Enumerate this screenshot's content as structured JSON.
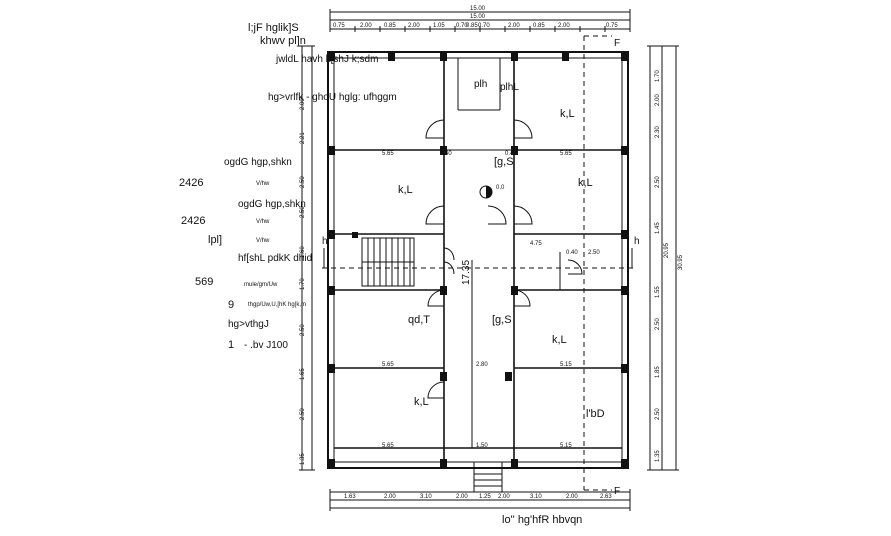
{
  "legend": {
    "title_line1": "l;jF  hglik]S",
    "title_line2": "khwv  pl]n",
    "items": [
      {
        "text": "jwldL  havh  k[shJ  k;sdm"
      },
      {
        "text": "hg>vrlfk  -    ghoU  hglg:  ufhggm"
      },
      {
        "text": "ogdG  hgp,shkn"
      },
      {
        "text": "ogdG  hgp,shkn"
      },
      {
        "text": "hf[shL  pdkK  dhid"
      },
      {
        "text": "hg>vthgJ"
      }
    ],
    "codes": [
      {
        "text": "2426",
        "sub": "V/hw"
      },
      {
        "text": "2426",
        "sub": "V/hw"
      },
      {
        "text": "lpl]",
        "sub": "V/hw"
      },
      {
        "text": "569",
        "sub": "mule/gm/Uw"
      },
      {
        "text": "9",
        "sub": "thgp/Uw,U,[hK  hg[k,m"
      },
      {
        "text": "1",
        "sub": "- .bv  J100"
      }
    ]
  },
  "rooms": {
    "top_left": "plh",
    "top_right": "k,L",
    "hall_top": "[g,S",
    "middle_left": "k,L",
    "middle_right": "k,L",
    "lower_center": "[g,S",
    "lower_left": "qd,T",
    "lower_right": "k,L",
    "bottom_left": "k,L",
    "bottom_right": "l'bD",
    "small_right": "plhL",
    "shaft_value": "0.0",
    "stair_height": "17.35"
  },
  "dimensions": {
    "overall_width": "15.00",
    "overall_width_2": "15.00",
    "overall_height": "20.95",
    "side_overall": "30.95",
    "top_row": [
      "0.75",
      "2.00",
      "0.85",
      "2.00",
      "1.05",
      "0.70",
      "0.85",
      "0.70",
      "2.00",
      "0.85",
      "2.00",
      "0.75"
    ],
    "bottom_row": [
      "1.63",
      "2.00",
      "3.10",
      "2.00",
      "1.25",
      "2.00",
      "3.10",
      "2.00",
      "2.63"
    ],
    "interior": [
      "5.65",
      "0.40",
      "0.40",
      "5.65",
      "4.75",
      "0.40",
      "2.50",
      "5.65",
      "2.80",
      "5.15",
      "5.65",
      "1.50",
      "5.15"
    ],
    "left_side": [
      "2.21",
      "2.50",
      "1.60",
      "2.50",
      "1.70",
      "2.50",
      "1.65",
      "2.50",
      "1.35",
      "2.00"
    ],
    "right_side": [
      "1.70",
      "2.00",
      "2.30",
      "2.50",
      "1.45",
      "1.55",
      "2.50",
      "1.85",
      "2.50",
      "1.35"
    ]
  },
  "markers": {
    "section_top": "F",
    "section_bottom": "F",
    "axis_left": "h",
    "axis_right": "h"
  },
  "caption": "lo''  hg'hfR  hbvqn"
}
